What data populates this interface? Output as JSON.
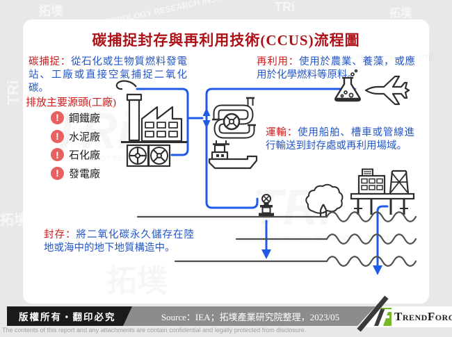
{
  "title": "碳捕捉封存與再利用技術(CCUS)流程圖",
  "blocks": {
    "capture": {
      "label": "碳捕捉：",
      "text": "從石化或生物質燃料發電站、工廠或直接空氣捕捉二氧化碳。"
    },
    "reuse": {
      "label": "再利用：",
      "text": "使用於農業、養藻，或應用於化學燃料等原料。"
    },
    "transport": {
      "label": "運輸：",
      "text": "使用船舶、槽車或管線進行輸送到封存處或再利用場域。"
    },
    "storage": {
      "label": "封存：",
      "text": "將二氧化碳永久儲存在陸地或海中的地下地質構造中。"
    }
  },
  "sources": {
    "heading": "排放主要源頭(工廠)",
    "items": [
      {
        "label": "鋼鐵廠"
      },
      {
        "label": "水泥廠"
      },
      {
        "label": "石化廠"
      },
      {
        "label": "發電廠"
      }
    ]
  },
  "icons": {
    "alert_glyph": "!",
    "names": [
      "alert-icon",
      "factory-icon",
      "fan-units-icon",
      "pipeline-icon",
      "ship-icon",
      "flask-icon",
      "airplane-icon",
      "tree-icon",
      "wellhead-icon",
      "offshore-platform-icon",
      "co2-flow-lines",
      "ground-layers"
    ]
  },
  "footer": {
    "copyright": "版權所有‧翻印必究",
    "source": "Source：IEA；拓墣產業研究院整理，2023/05",
    "brand": "TrendForce",
    "disclaimer": "The contents of this report and any attachments are contain confidential and legally protected from disclosure."
  },
  "watermark": {
    "brand_cjk": "拓墣",
    "brand_latin": "TRi",
    "brand_sub": "TOPOLOGY RESEARCH INSTITUTE"
  },
  "colors": {
    "background": "#e8e8e8",
    "card": "#ffffff",
    "title_red": "#ad1016",
    "label_red": "#cc1a1a",
    "body_blue": "#2356c8",
    "flow_blue": "#1e5ae6",
    "icon_black": "#2e2e2e",
    "ground_gray": "#4d4d4d",
    "alert_red": "#e96060",
    "bar_gray": "#8c8c8c",
    "ribbon_black": "#1a1a1a",
    "brand_green": "#76b82a"
  }
}
